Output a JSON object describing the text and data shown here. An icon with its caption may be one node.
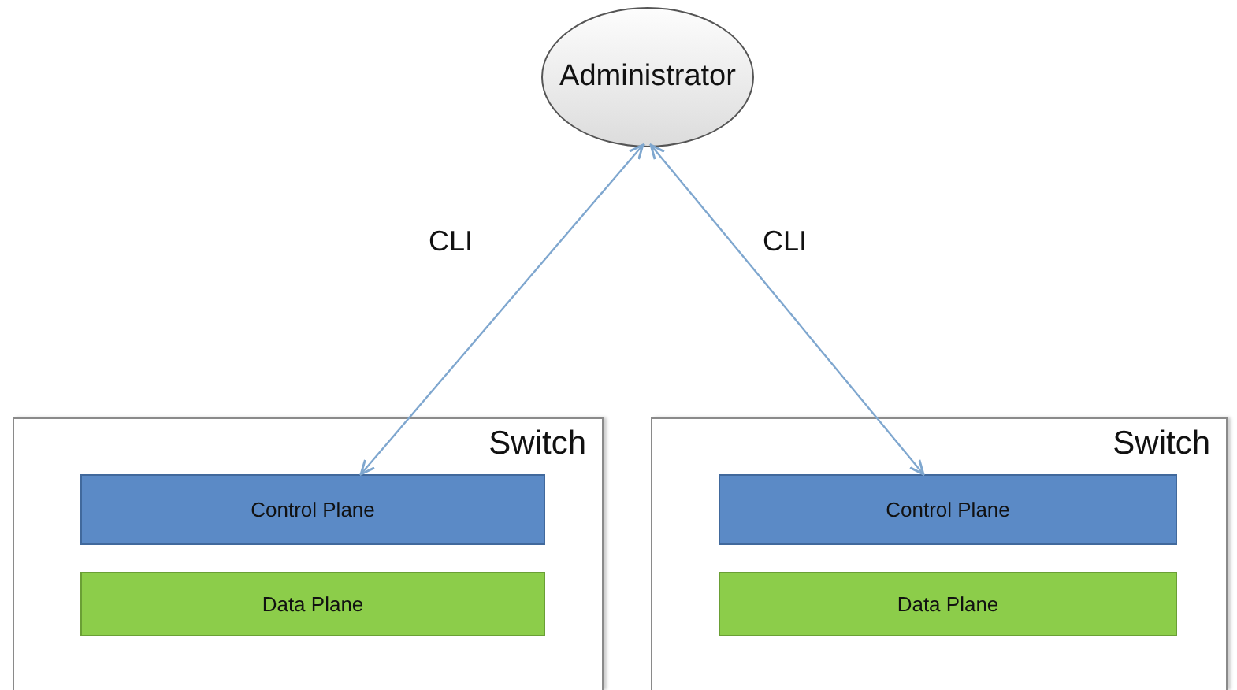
{
  "diagram": {
    "nodes": [
      {
        "text": [
          "Administrator"
        ]
      },
      {
        "text": [
          "Switch"
        ]
      },
      {
        "text": [
          "Control Plane"
        ],
        "in": 1
      },
      {
        "text": [
          "Data Plane"
        ],
        "in": 1
      },
      {
        "text": [
          "Switch"
        ]
      },
      {
        "text": [
          "Control Plane"
        ],
        "in": 4
      },
      {
        "text": [
          "Data Plane"
        ],
        "in": 4
      }
    ],
    "edges": [
      {
        "from": 0,
        "to": 2,
        "arrow": "both",
        "label": "CLI"
      },
      {
        "from": 0,
        "to": 5,
        "arrow": "both",
        "label": "CLI"
      }
    ]
  }
}
